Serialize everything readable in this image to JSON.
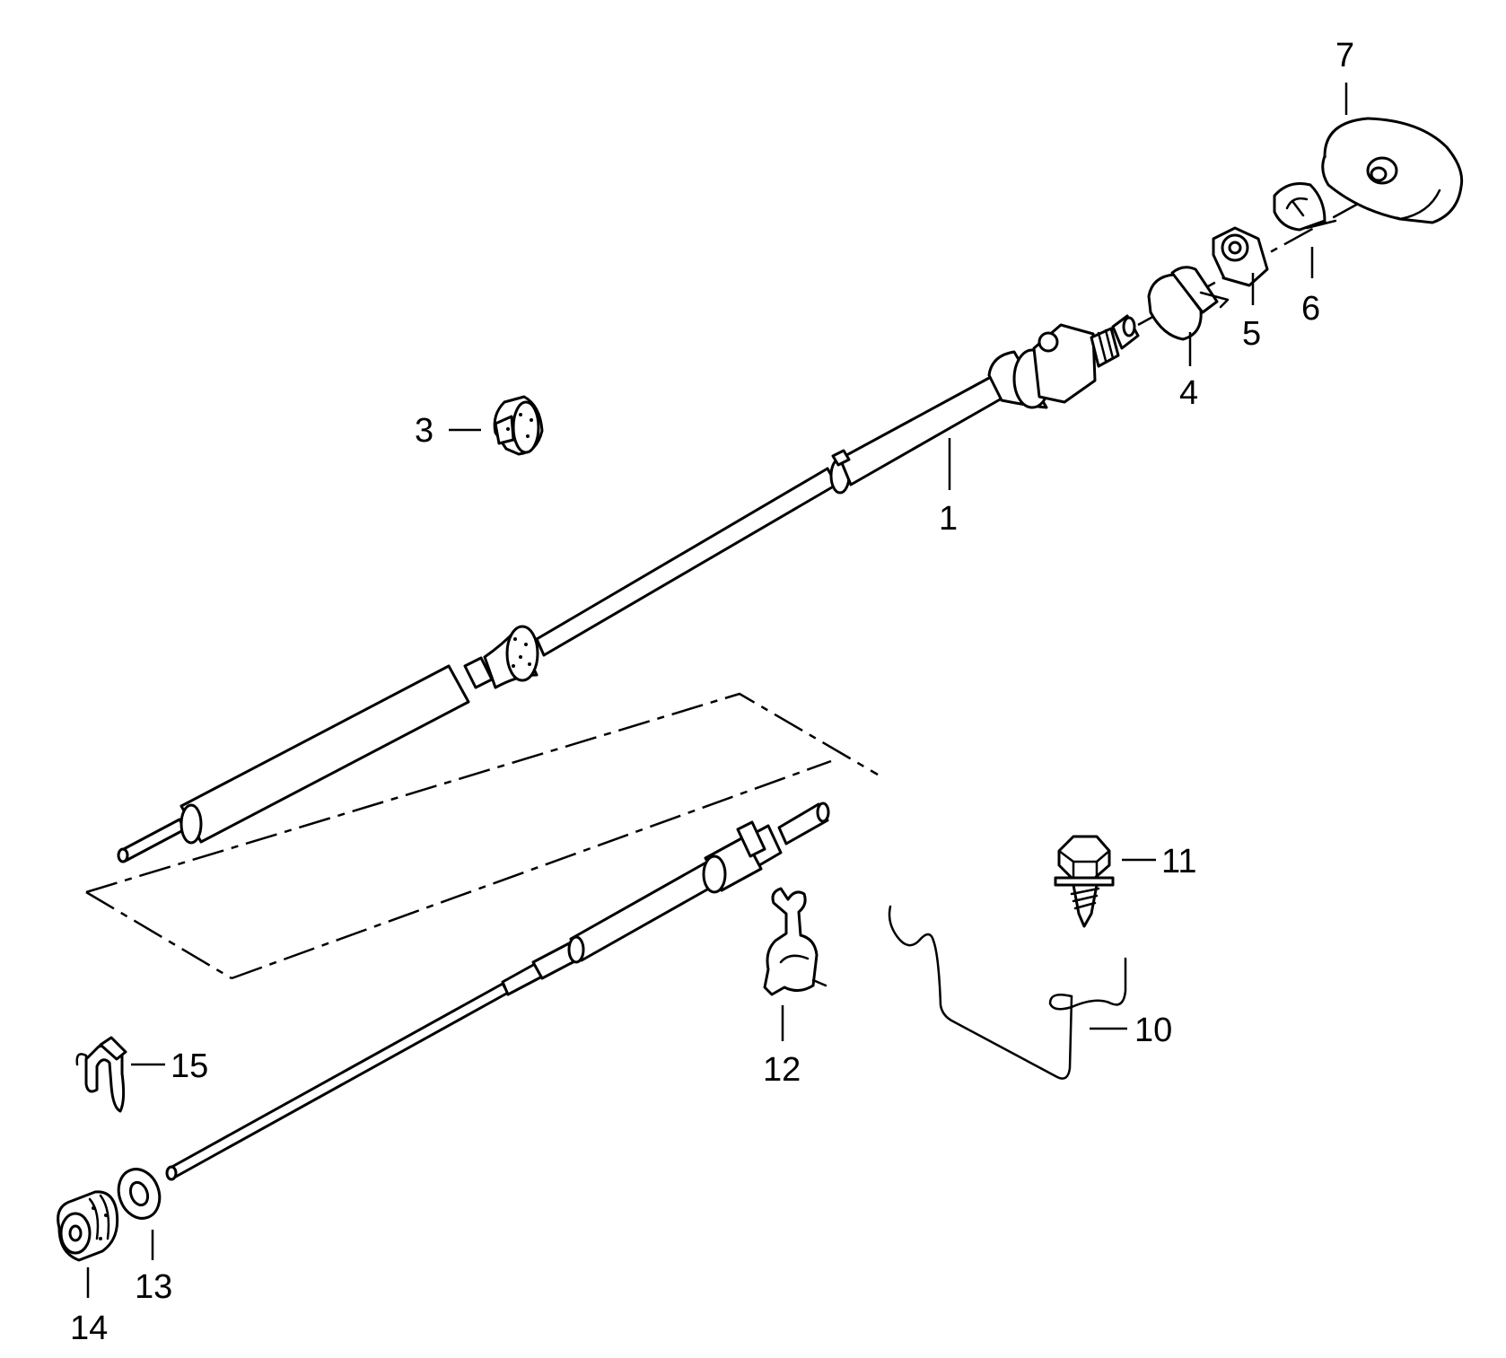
{
  "callouts": [
    {
      "id": "1",
      "label": "1"
    },
    {
      "id": "3",
      "label": "3"
    },
    {
      "id": "4",
      "label": "4"
    },
    {
      "id": "5",
      "label": "5"
    },
    {
      "id": "6",
      "label": "6"
    },
    {
      "id": "7",
      "label": "7"
    },
    {
      "id": "10",
      "label": "10"
    },
    {
      "id": "11",
      "label": "11"
    },
    {
      "id": "12",
      "label": "12"
    },
    {
      "id": "13",
      "label": "13"
    },
    {
      "id": "14",
      "label": "14"
    },
    {
      "id": "15",
      "label": "15"
    }
  ]
}
